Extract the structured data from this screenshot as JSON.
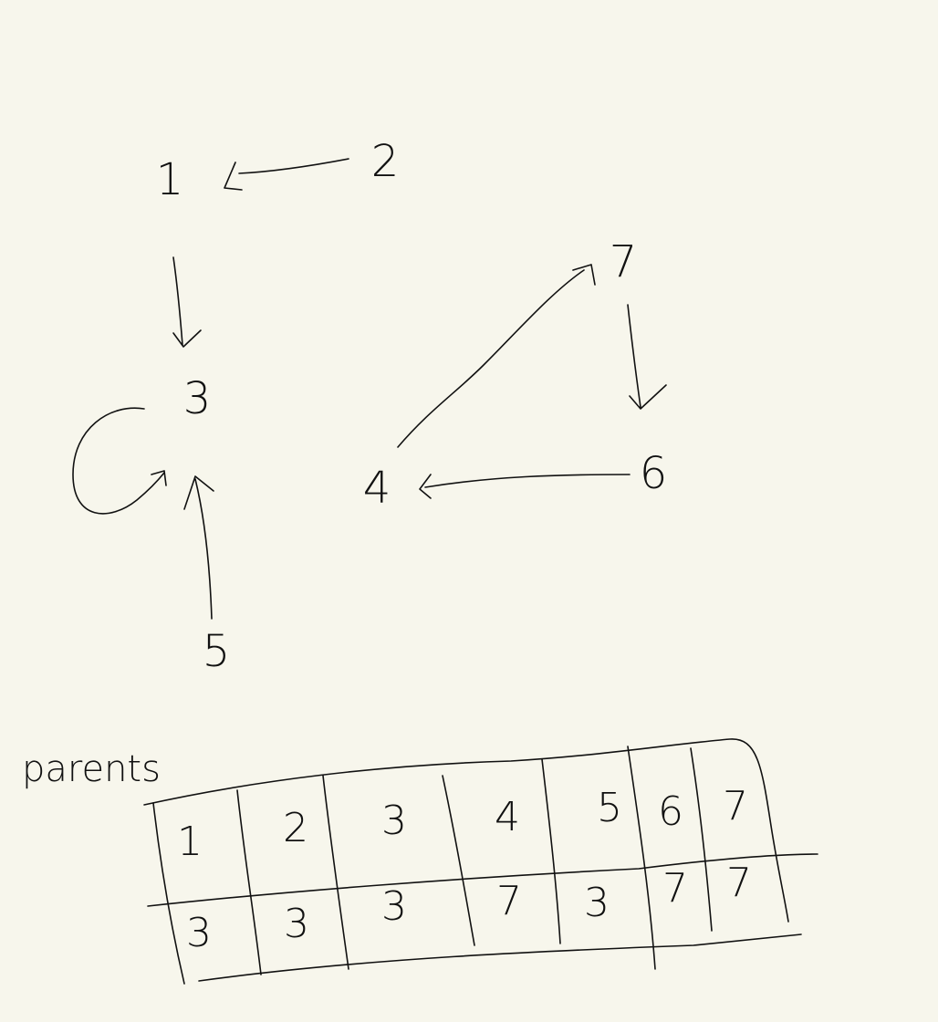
{
  "graph": {
    "nodes": [
      {
        "id": "1",
        "label": "1"
      },
      {
        "id": "2",
        "label": "2"
      },
      {
        "id": "3",
        "label": "3"
      },
      {
        "id": "4",
        "label": "4"
      },
      {
        "id": "5",
        "label": "5"
      },
      {
        "id": "6",
        "label": "6"
      },
      {
        "id": "7",
        "label": "7"
      }
    ],
    "edges": [
      {
        "from": "2",
        "to": "1"
      },
      {
        "from": "1",
        "to": "3"
      },
      {
        "from": "3",
        "to": "3"
      },
      {
        "from": "5",
        "to": "3"
      },
      {
        "from": "4",
        "to": "7"
      },
      {
        "from": "7",
        "to": "6"
      },
      {
        "from": "6",
        "to": "4"
      }
    ]
  },
  "table": {
    "title": "parents",
    "index": [
      "1",
      "2",
      "3",
      "4",
      "5",
      "6",
      "7"
    ],
    "parents": [
      "3",
      "3",
      "3",
      "7",
      "3",
      "7",
      "7"
    ]
  }
}
